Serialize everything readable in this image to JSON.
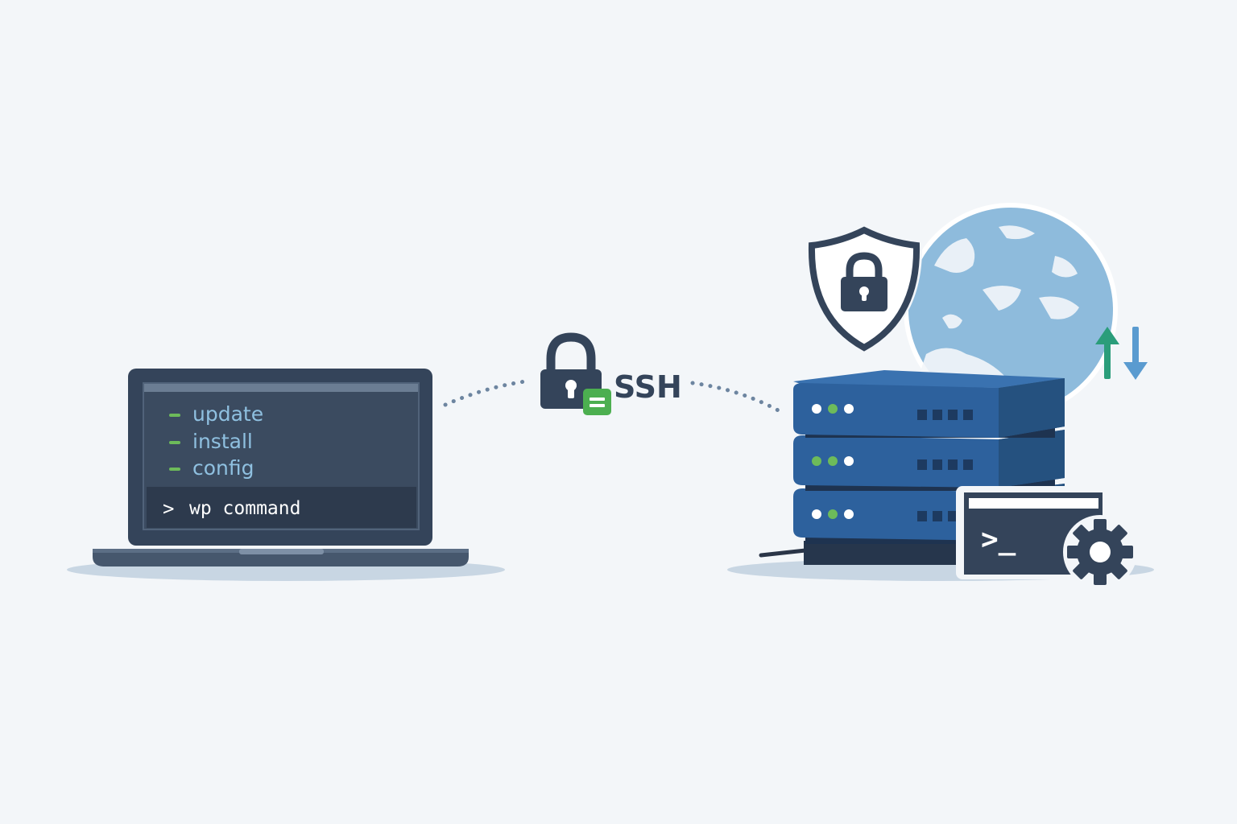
{
  "laptop": {
    "menu_items": [
      {
        "label": "update"
      },
      {
        "label": "install"
      },
      {
        "label": "config"
      }
    ],
    "prompt_symbol": ">",
    "command": "wp command"
  },
  "connection": {
    "label": "SSH",
    "lock_icon": "padlock-icon",
    "badge_icon": "equals-badge-icon"
  },
  "server": {
    "units": 3,
    "shield_icon": "shield-lock-icon",
    "globe_icon": "globe-icon",
    "transfer_icons": [
      "upload-arrow-icon",
      "download-arrow-icon"
    ],
    "terminal_prompt": ">_",
    "gear_icon": "gear-icon"
  },
  "colors": {
    "background": "#f3f6f9",
    "dark_navy": "#34445a",
    "server_blue": "#2d619d",
    "server_side": "#25517f",
    "menu_text": "#8fc0e0",
    "menu_dash": "#6dbb5a",
    "green": "#4caf50",
    "teal_arrow": "#2a9d7a",
    "blue_arrow": "#5a9bd0",
    "globe": "#8ebbdc"
  }
}
